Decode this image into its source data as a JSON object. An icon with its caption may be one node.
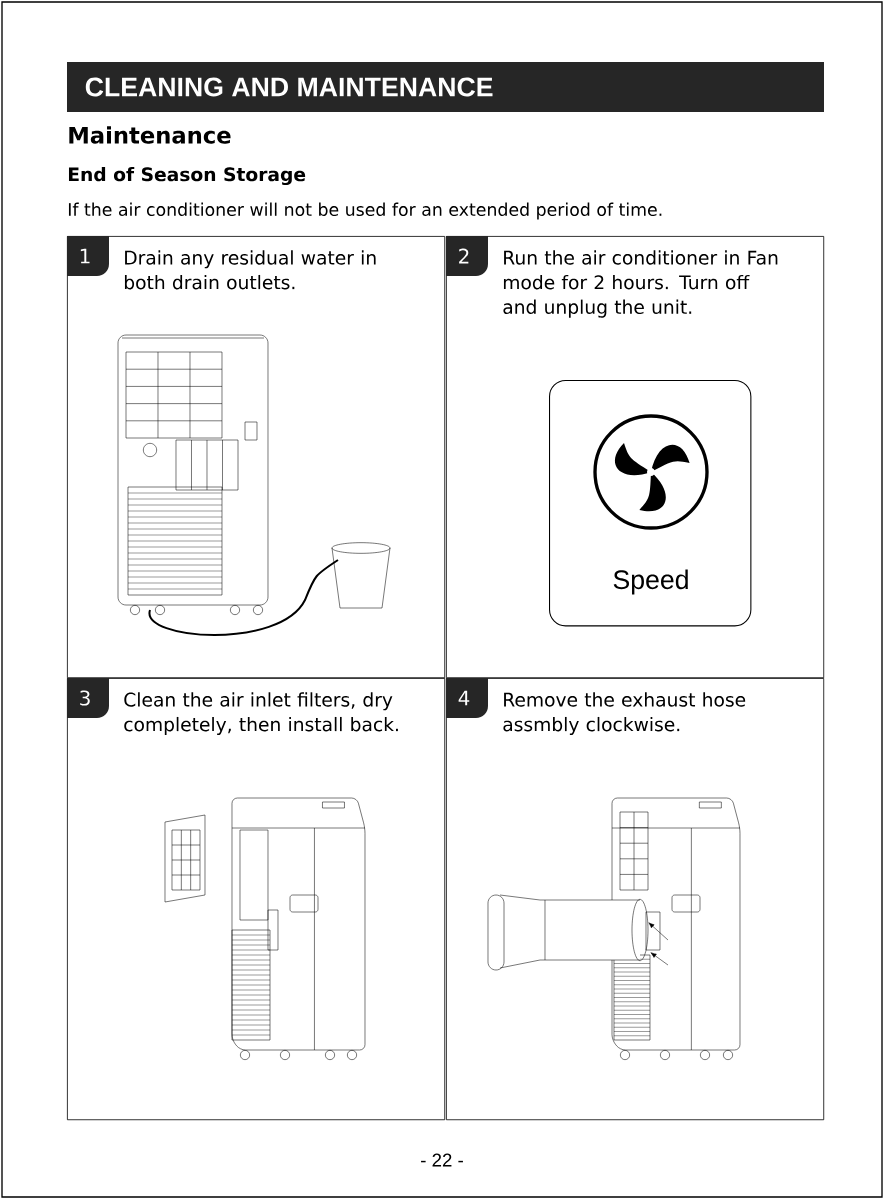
{
  "diagram": {
    "title": "CLEANING AND MAINTENANCE",
    "nodes": [
      {
        "text": [
          "1",
          "Drain any residual water in both drain outlets."
        ]
      },
      {
        "text": [
          "2",
          "Run the air conditioner in Fan mode for 2 hours. Turn off and unplug the unit."
        ]
      },
      {
        "text": [
          "3",
          "Clean the air inlet filters, dry completely, then install back."
        ]
      },
      {
        "text": [
          "4",
          "Remove the exhaust hose assmbly clockwise."
        ]
      },
      {
        "text": [
          "Speed"
        ],
        "in": 1
      }
    ],
    "edges": [],
    "labels": [
      "Maintenance",
      "End of Season Storage",
      "If the air conditioner will not be used for an extended period of time.",
      "- 22 -"
    ]
  }
}
